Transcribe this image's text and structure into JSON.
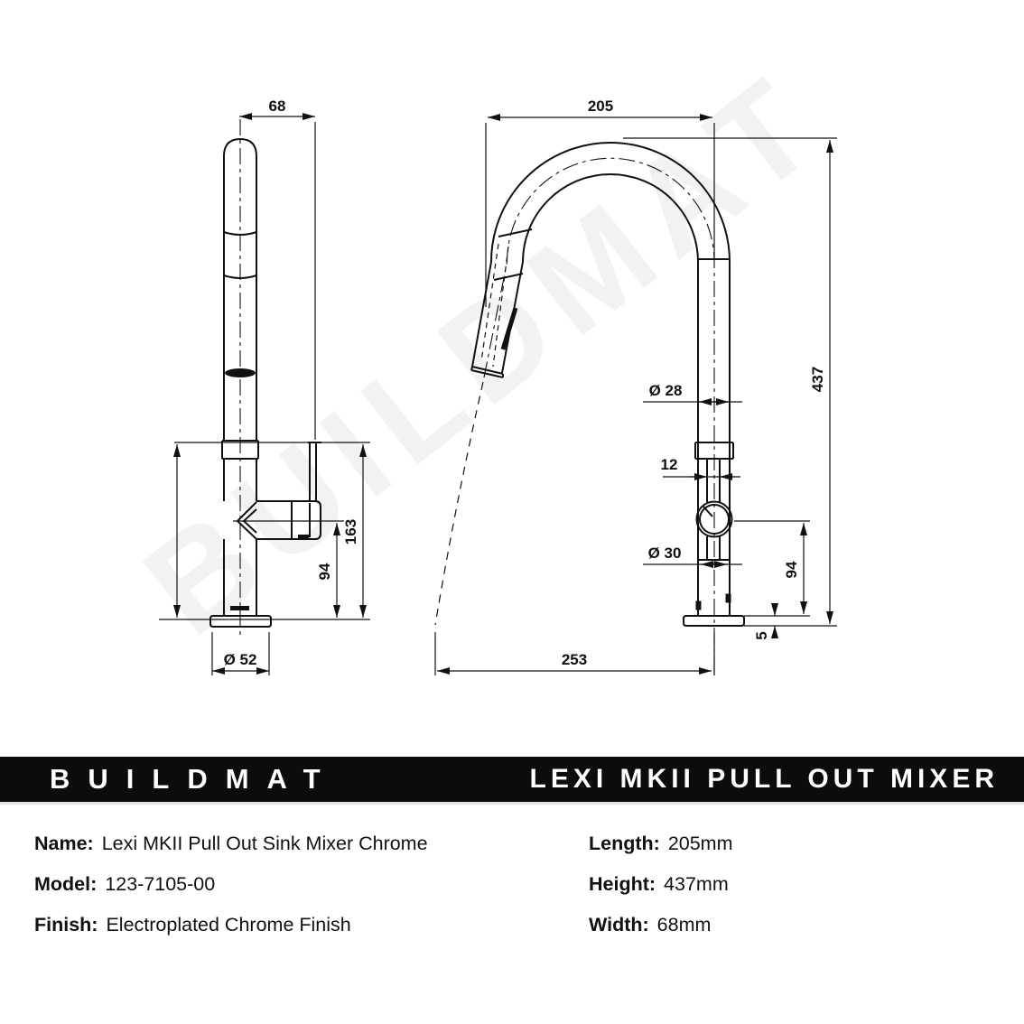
{
  "watermark": "BUILDMAT",
  "banner": {
    "brand": "BUILDMAT",
    "product": "LEXI MKII PULL OUT MIXER"
  },
  "drawing": {
    "side_view": {
      "width": "68",
      "body_height": "163",
      "spout_height": "94",
      "base_diameter": "Ø 52"
    },
    "front_view": {
      "reach": "205",
      "total_height": "437",
      "tube_diameter": "Ø 28",
      "neck_width": "12",
      "body_diameter": "Ø 30",
      "body_height": "94",
      "base_thickness": "5",
      "pullout_reach": "253"
    }
  },
  "specs": {
    "left": [
      {
        "label": "Name:",
        "value": "Lexi MKII Pull Out Sink Mixer Chrome"
      },
      {
        "label": "Model:",
        "value": "123-7105-00"
      },
      {
        "label": "Finish:",
        "value": "Electroplated Chrome Finish"
      }
    ],
    "right": [
      {
        "label": "Length:",
        "value": "205mm"
      },
      {
        "label": "Height:",
        "value": "437mm"
      },
      {
        "label": "Width:",
        "value": "68mm"
      }
    ]
  }
}
